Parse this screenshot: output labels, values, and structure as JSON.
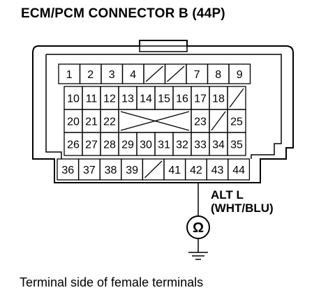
{
  "title": "ECM/PCM CONNECTOR B (44P)",
  "caption": "Terminal side of female terminals",
  "wire": {
    "signal": "ALT L",
    "color_code": "(WHT/BLU)"
  },
  "device_symbol": "Ω",
  "rows": [
    [
      "1",
      "2",
      "3",
      "4",
      "",
      "",
      "7",
      "8",
      "9"
    ],
    [
      "10",
      "11",
      "12",
      "13",
      "14",
      "15",
      "16",
      "17",
      "18",
      ""
    ],
    [
      "20",
      "21",
      "22",
      "",
      "",
      "",
      "",
      "23",
      "",
      "25"
    ],
    [
      "26",
      "27",
      "28",
      "29",
      "30",
      "31",
      "32",
      "33",
      "34",
      "35"
    ],
    [
      "36",
      "37",
      "38",
      "39",
      "",
      "41",
      "42",
      "43",
      "44"
    ]
  ],
  "highlighted_terminal": "42"
}
